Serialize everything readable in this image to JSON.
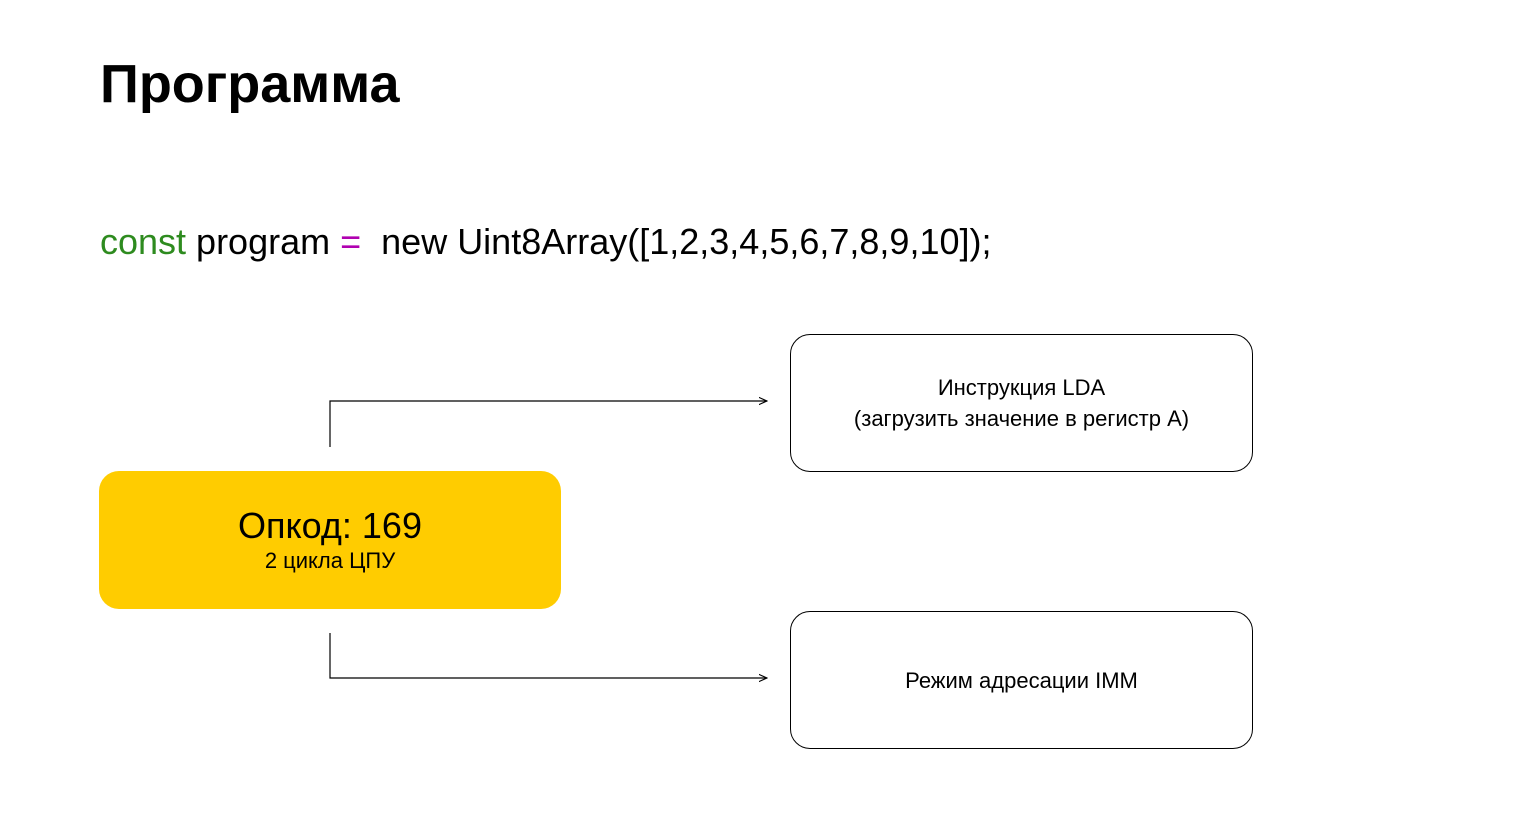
{
  "slide": {
    "title": "Программа"
  },
  "code": {
    "keyword": "const",
    "identifier": " program ",
    "operator": "=",
    "expression": "  new Uint8Array([1,2,3,4,5,6,7,8,9,10]);"
  },
  "opcode": {
    "main": "Опкод: 169",
    "cycles": "2 цикла ЦПУ"
  },
  "instruction": {
    "line1": "Инструкция LDA",
    "line2": "(загрузить значение в регистр A)"
  },
  "addressing": {
    "label": "Режим адресации IMM"
  },
  "colors": {
    "opcode_fill": "#ffcc00",
    "keyword": "#2e8b1f",
    "operator": "#b000b0"
  }
}
